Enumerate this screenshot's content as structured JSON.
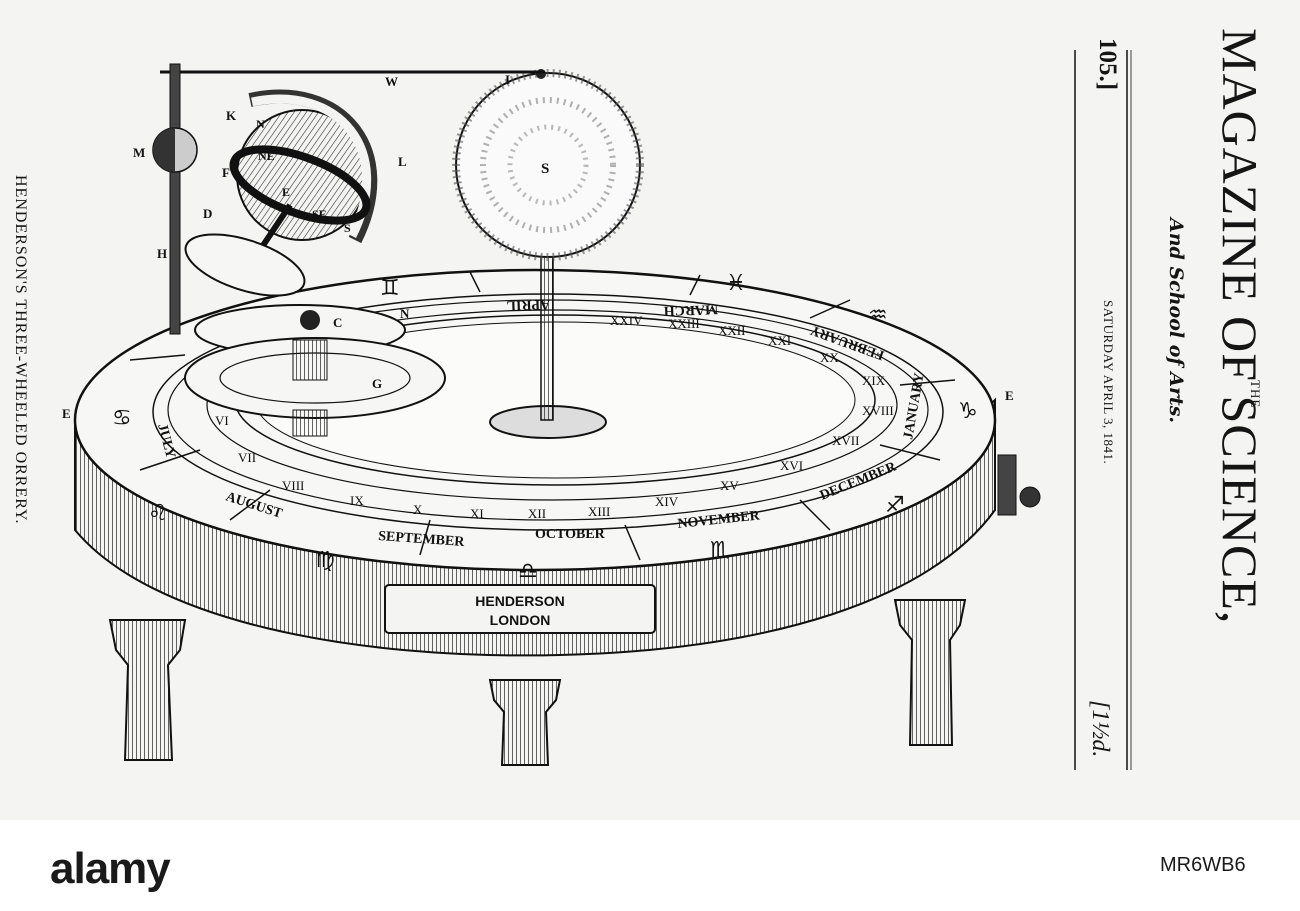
{
  "masthead": {
    "the": "THE",
    "title": "MAGAZINE OF SCIENCE,",
    "subtitle": "And School of Arts.",
    "date": "SATURDAY APRIL 3, 1841.",
    "issue": "105.]",
    "price": "[1½d."
  },
  "caption": "HENDERSON'S THREE-WHEELED ORRERY.",
  "plaque": {
    "line1": "HENDERSON",
    "line2": "LONDON"
  },
  "months": [
    "JANUARY",
    "FEBRUARY",
    "MARCH",
    "APRIL",
    "JULY",
    "AUGUST",
    "SEPTEMBER",
    "OCTOBER",
    "NOVEMBER",
    "DECEMBER"
  ],
  "numerals": [
    "VI",
    "VII",
    "VIII",
    "IX",
    "X",
    "XI",
    "XII",
    "XIII",
    "XIV",
    "XV",
    "XVI",
    "XVII",
    "XVIII",
    "XIX",
    "XX",
    "XXI",
    "XXII",
    "XXIII",
    "XXIV"
  ],
  "compass": [
    "N",
    "NE",
    "E",
    "SE",
    "S"
  ],
  "figure_labels": {
    "W": "W",
    "I": "I",
    "K": "K",
    "M": "M",
    "F": "F",
    "L": "L",
    "D": "D",
    "H": "H",
    "C": "C",
    "G": "G",
    "N": "N",
    "S": "S",
    "E": "E"
  },
  "footer": {
    "brand": "alamy",
    "stock_id": "MR6WB6"
  }
}
